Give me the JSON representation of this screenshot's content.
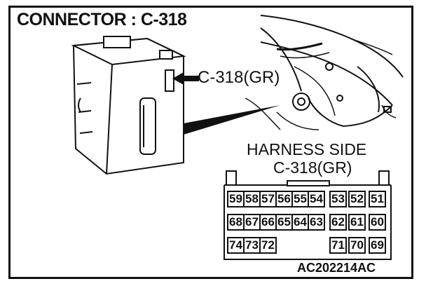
{
  "title": "CONNECTOR : C-318",
  "callout_label": "C-318(GR)",
  "harness": {
    "title": "HARNESS SIDE",
    "subtitle": "C-318(GR)",
    "rows": [
      [
        "59",
        "58",
        "57",
        "56",
        "55",
        "54",
        "53",
        "52",
        "51"
      ],
      [
        "68",
        "67",
        "66",
        "65",
        "64",
        "63",
        "62",
        "61",
        "60"
      ],
      [
        "74",
        "73",
        "72",
        "",
        "",
        "",
        "71",
        "70",
        "69"
      ]
    ]
  },
  "reference_code": "AC202214AC"
}
